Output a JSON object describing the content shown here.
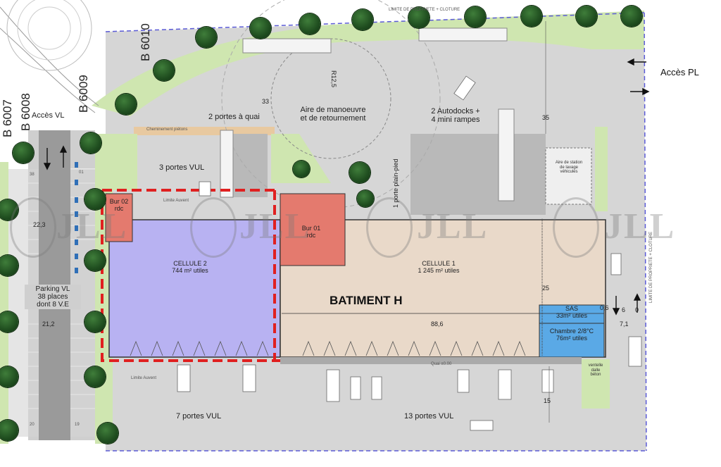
{
  "plan": {
    "access_pl": "Accès PL",
    "access_vl": "Accès VL",
    "lots": [
      "B 6007",
      "B 6008",
      "B 6009",
      "B 6010"
    ],
    "limite_top": "LIMITE DE PROPRIETE + CLOTURE",
    "limite_right": "LIMITE DE PROPRIETE + CLOTURE",
    "manoeuvre": "Aire de manoeuvre\net de retournement",
    "r_label": "R12,5",
    "dim_33": "33",
    "dim_35": "35",
    "dim_25": "25",
    "dim_15": "15",
    "dim_886": "88,6",
    "dim_223": "22,3",
    "dim_212": "21,2",
    "dim_71": "7,1",
    "dim_6": "6",
    "dim_06": "0,6",
    "dim_0": "0",
    "portes_quai": "2 portes à quai",
    "autodocks": "2 Autodocks +\n4 mini rampes",
    "portes_vul3": "3 portes VUL",
    "portes_vul7": "7 portes VUL",
    "portes_vul13": "13 portes VUL",
    "lavage": "Aire de station\nde lavage\nvéhicules",
    "porte_plain_pied": "1 porte plain-pied",
    "bur02": "Bur 02\nrdc",
    "bur01": "Bur 01\nrdc",
    "cellule2": "CELLULE 2\n744 m² utiles",
    "cellule1": "CELLULE 1\n1 245 m² utiles",
    "batiment": "BATIMENT H",
    "sas": "SAS\n33m² utiles",
    "chambre": "Chambre 2/8°C\n76m² utiles",
    "parking": "Parking VL\n38 places\ndont 8 V.E",
    "parking_38": "38",
    "parking_01": "01",
    "parking_20": "20",
    "parking_19": "19",
    "cheminement": "Cheminement piétons",
    "limite_auvent": "Limite Auvent",
    "quai": "Quai ±0.00",
    "ventelle": "ventelle\ndalle\nbéton",
    "watermark": "JLL",
    "colors": {
      "cellule2": "#b8b2f2",
      "cellule1": "#e9d9c9",
      "bur": "#e47a6e",
      "sas": "#5aa9e6",
      "grass": "#cfe6b0",
      "road": "#d9d9d9"
    }
  }
}
